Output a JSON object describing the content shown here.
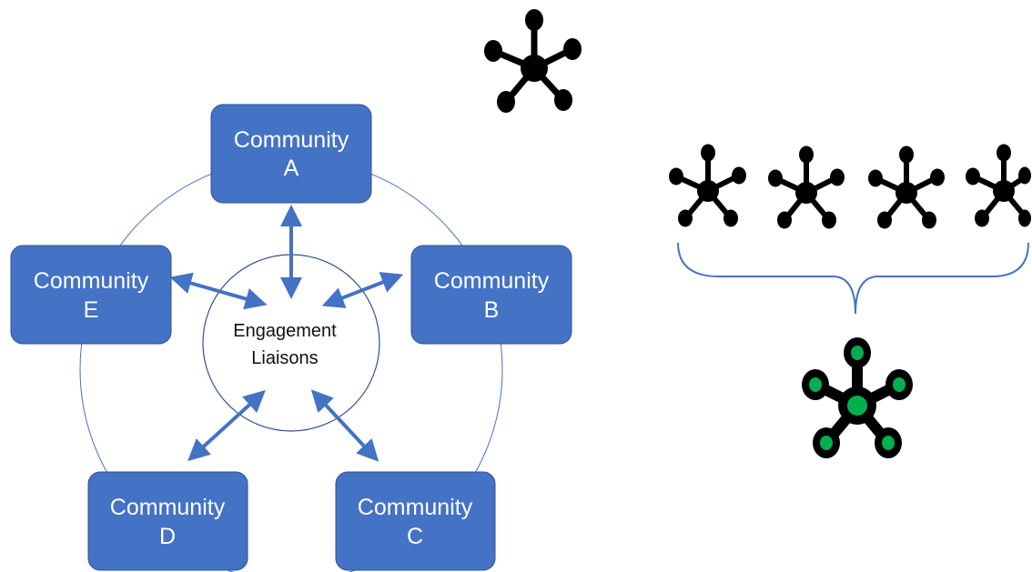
{
  "colors": {
    "box_fill": "#4472C4",
    "box_stroke": "#2F528F",
    "box_text": "#ffffff",
    "arrow": "#4472C4",
    "ring": "#4472C4",
    "node_black": "#000000",
    "node_green": "#00B050"
  },
  "center": {
    "line1": "Engagement",
    "line2": "Liaisons"
  },
  "communities": [
    {
      "id": "A",
      "line1": "Community",
      "line2": "A"
    },
    {
      "id": "B",
      "line1": "Community",
      "line2": "B"
    },
    {
      "id": "C",
      "line1": "Community",
      "line2": "C"
    },
    {
      "id": "D",
      "line1": "Community",
      "line2": "D"
    },
    {
      "id": "E",
      "line1": "Community",
      "line2": "E"
    }
  ],
  "icons": [
    {
      "name": "network-hub-icon-large",
      "color": "black"
    },
    {
      "name": "network-hub-icon-1",
      "color": "black"
    },
    {
      "name": "network-hub-icon-2",
      "color": "black"
    },
    {
      "name": "network-hub-icon-3",
      "color": "black"
    },
    {
      "name": "network-hub-icon-4",
      "color": "black"
    },
    {
      "name": "network-hub-icon-green",
      "color": "green"
    },
    {
      "name": "curly-brace-icon",
      "color": "blue"
    }
  ]
}
